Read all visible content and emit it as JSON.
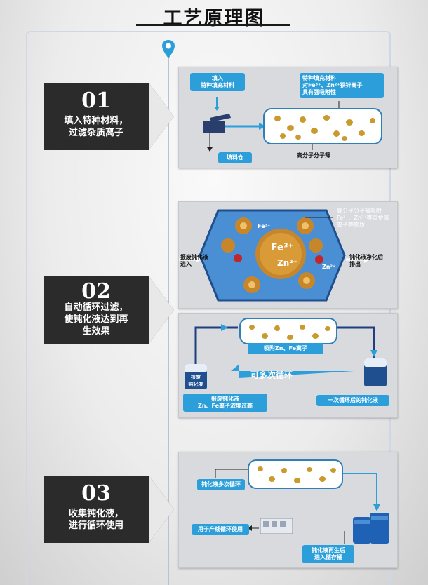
{
  "title": "工艺原理图",
  "steps": [
    {
      "number": "01",
      "lines": [
        "填入特种材料，",
        "过滤杂质离子"
      ]
    },
    {
      "number": "02",
      "lines": [
        "自动循环过滤，",
        "使钝化液达到再",
        "生效果"
      ]
    },
    {
      "number": "03",
      "lines": [
        "收集钝化液，",
        "进行循环使用"
      ]
    }
  ],
  "panel1": {
    "fill_label": [
      "填入",
      "特种填充材料"
    ],
    "info_label": [
      "特种填充材料",
      "对Fe³⁺、Zn²⁺铁锌离子",
      "具有强吸附性"
    ],
    "hopper_label": "填料仓",
    "resin_label": "高分子分子筛"
  },
  "panel2": {
    "info_label": [
      "高分子分子筛吸附",
      "Fe³⁺、Zn²⁺等重金属",
      "离子等物质"
    ],
    "in_label": [
      "报废钝化液",
      "进入"
    ],
    "out_label": [
      "钝化液净化后",
      "排出"
    ],
    "ions": {
      "fe_big": "Fe³⁺",
      "zn_big": "Zn²⁺",
      "fe": "Fe³⁺",
      "zn": "Zn²⁺"
    }
  },
  "panel3": {
    "adsorb_label": "吸附Zn、Fe离子",
    "cycle_label": "可多次循环",
    "tank_left": [
      "报废",
      "钝化液"
    ],
    "bottom_left_label": [
      "报废钝化液",
      "Zn、Fe离子浓度过高"
    ],
    "bottom_right_label": "一次循环后的钝化液"
  },
  "panel4": {
    "multi_label": "钝化液多次循环",
    "use_label": "用于产线循环使用",
    "store_label": [
      "钝化液再生后",
      "进入储存桶"
    ]
  },
  "colors": {
    "accent": "#2c9fdb",
    "tube": "#2f7fb8",
    "bead": "#c99a2e",
    "step_bg": "#2b2b2b"
  }
}
